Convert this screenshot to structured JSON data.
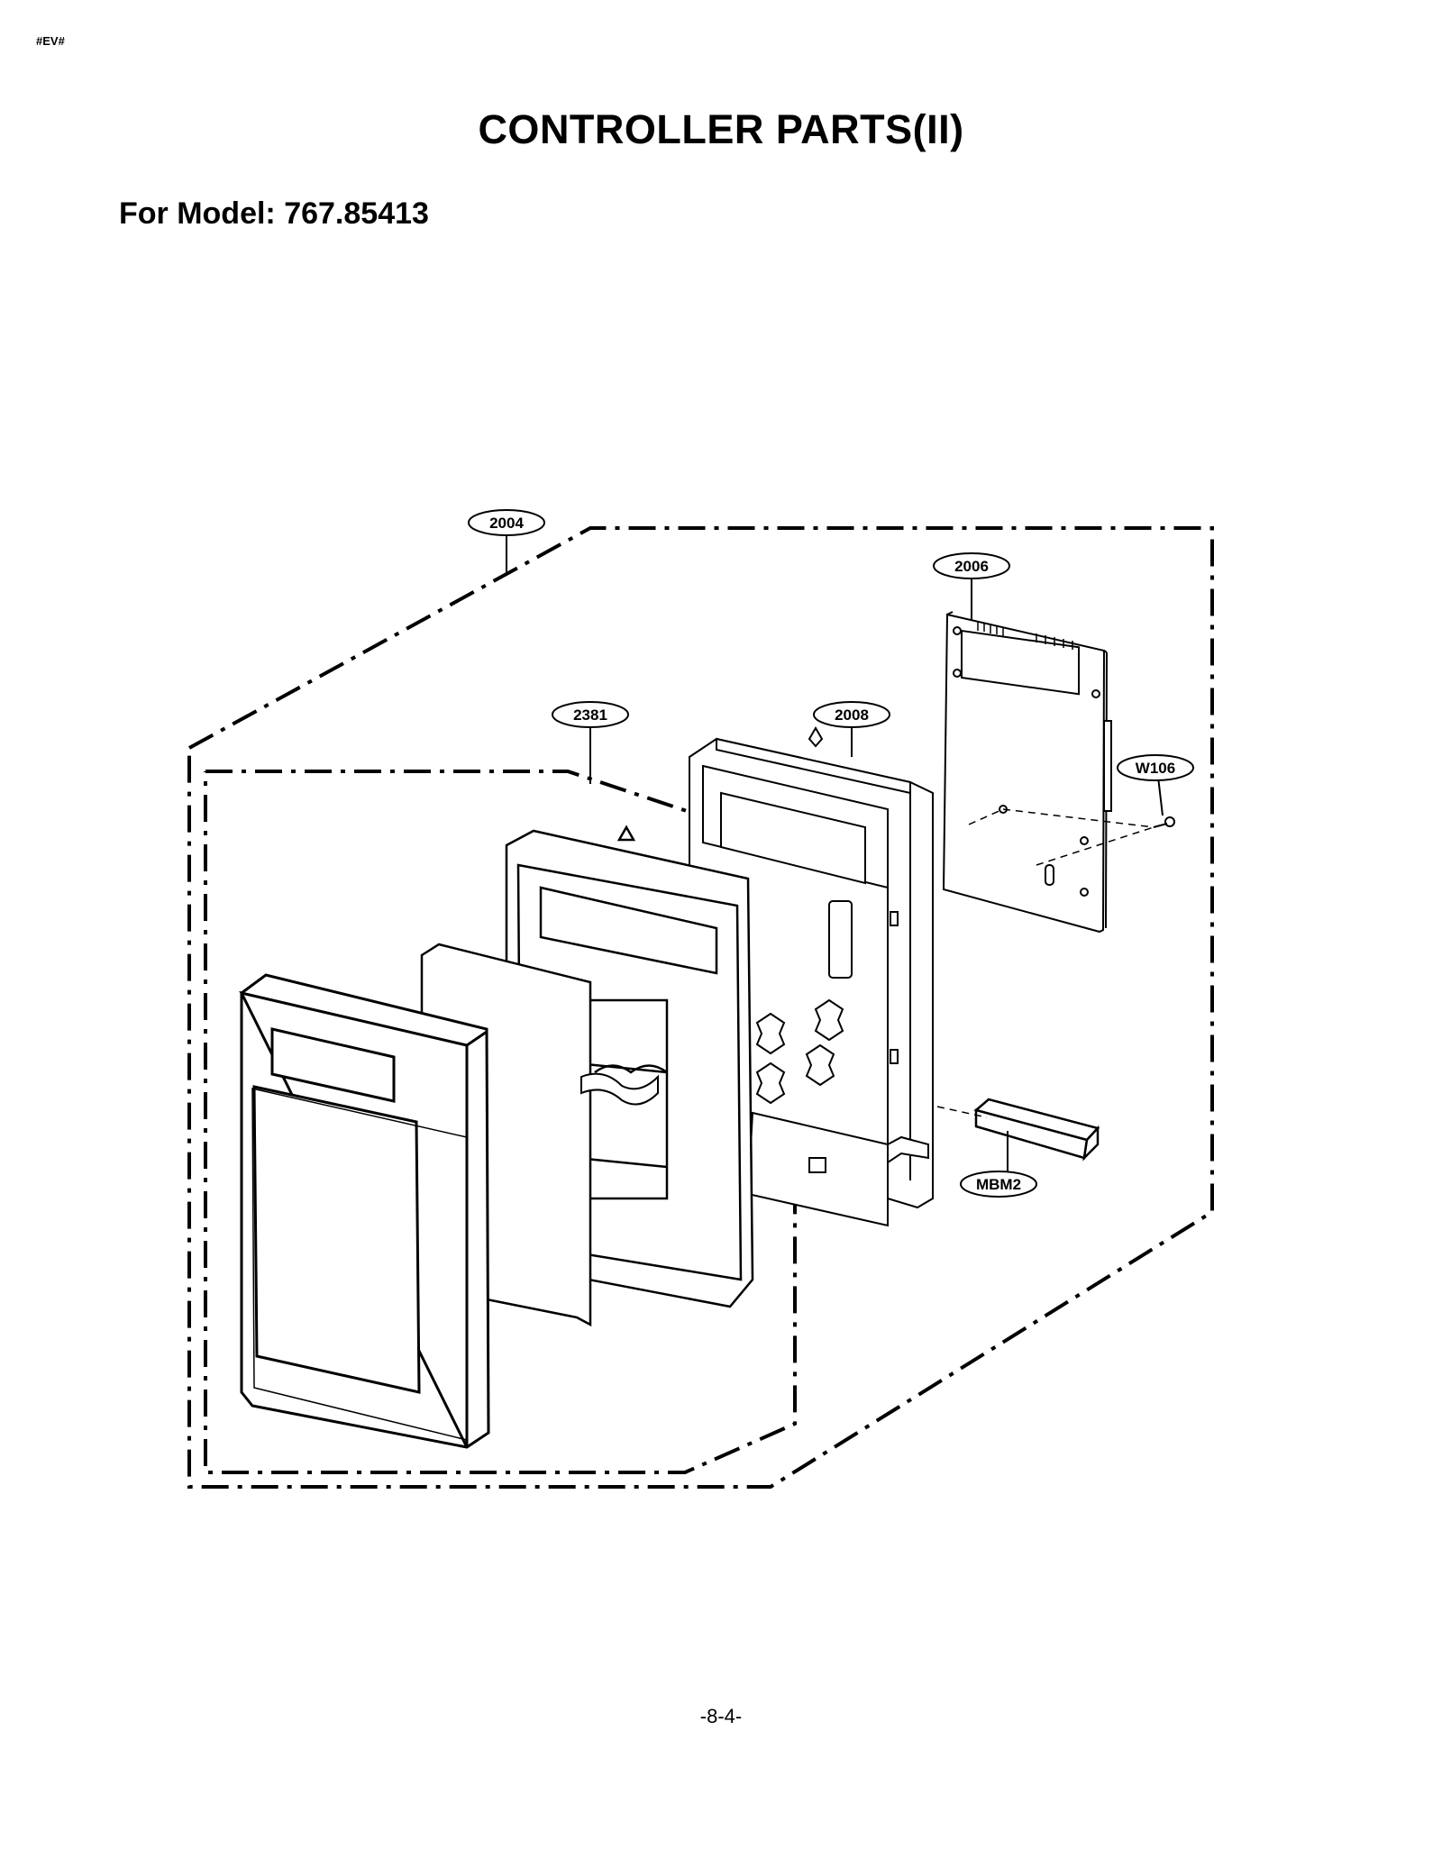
{
  "header": {
    "corner_code": "#EV#",
    "title": "CONTROLLER PARTS(II)",
    "model_line": "For Model: 767.85413"
  },
  "diagram": {
    "callouts": [
      {
        "id": "callout-2004",
        "label": "2004"
      },
      {
        "id": "callout-2006",
        "label": "2006"
      },
      {
        "id": "callout-2381",
        "label": "2381"
      },
      {
        "id": "callout-2008",
        "label": "2008"
      },
      {
        "id": "callout-w106",
        "label": "W106"
      },
      {
        "id": "callout-mbm2",
        "label": "MBM2"
      }
    ]
  },
  "footer": {
    "page_number": "-8-4-"
  }
}
